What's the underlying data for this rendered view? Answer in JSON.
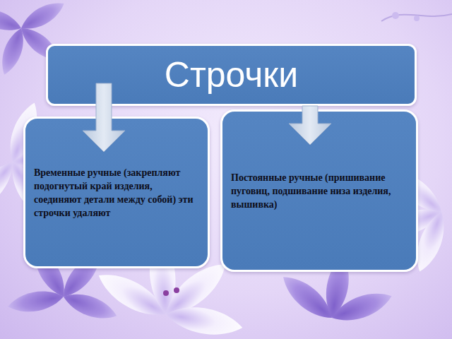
{
  "diagram": {
    "nodes": [
      {
        "text": [
          "Строчки"
        ]
      },
      {
        "text": [
          "Временные ручные (закрепляют подогнутый край изделия, соединяют детали между собой) эти строчки удаляют"
        ]
      },
      {
        "text": [
          "Постоянные ручные (пришивание пуговиц, подшивание низа изделия, вышивка)"
        ]
      }
    ],
    "edges": [
      {
        "from": 0,
        "to": 1,
        "arrow": "to"
      },
      {
        "from": 0,
        "to": 2,
        "arrow": "to"
      }
    ]
  }
}
